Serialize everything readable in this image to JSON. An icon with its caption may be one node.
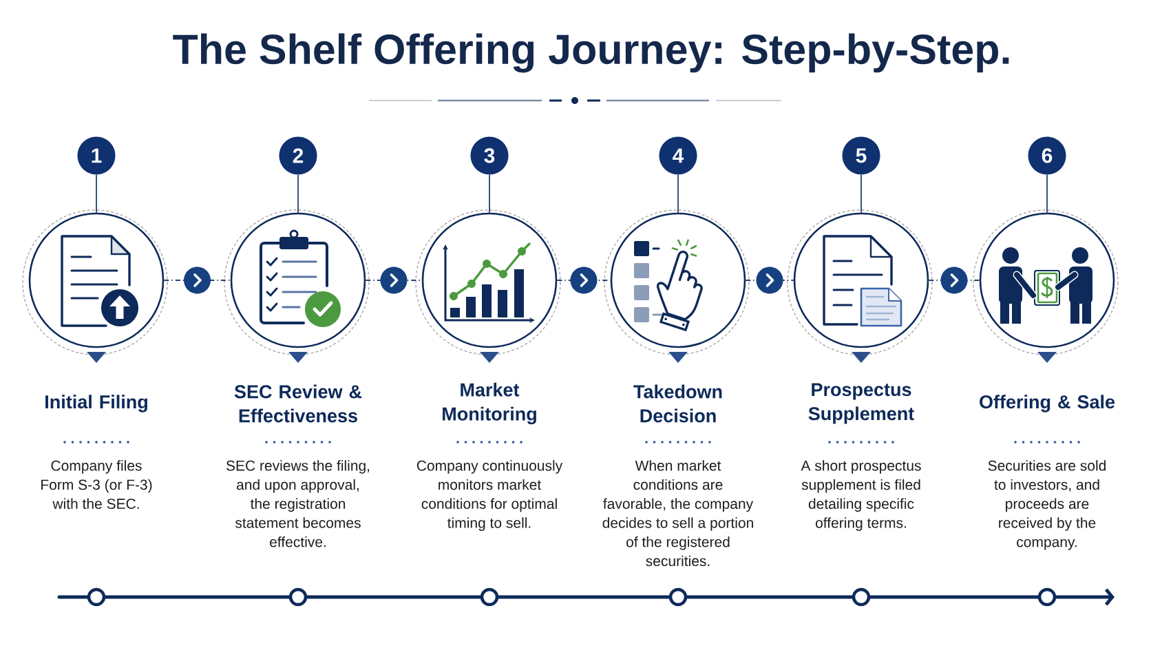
{
  "diagram": {
    "title": "The Shelf Offering Journey: Step-by-Step.",
    "nodes": [
      {
        "text": [
          "1"
        ]
      },
      {
        "text": [],
        "shape": "circle",
        "beside": [
          "Initial Filing",
          "Company files Form S-3 (or F-3) with the SEC."
        ]
      },
      {
        "text": [
          "2"
        ]
      },
      {
        "text": [],
        "shape": "circle",
        "beside": [
          "SEC Review & Effectiveness",
          "SEC reviews the filing, and upon approval, the registration statement becomes effective."
        ]
      },
      {
        "text": [
          "3"
        ]
      },
      {
        "text": [],
        "shape": "circle",
        "beside": [
          "Market Monitoring",
          "Company continuously monitors market conditions for optimal timing to sell."
        ]
      },
      {
        "text": [
          "4"
        ]
      },
      {
        "text": [],
        "shape": "circle",
        "beside": [
          "Takedown Decision",
          "When market conditions are favorable, the company decides to sell a portion of the registered securities."
        ]
      },
      {
        "text": [
          "5"
        ]
      },
      {
        "text": [],
        "shape": "circle",
        "beside": [
          "Prospectus Supplement",
          "A short prospectus supplement is filed detailing specific offering terms."
        ]
      },
      {
        "text": [
          "6"
        ]
      },
      {
        "text": [],
        "shape": "circle",
        "beside": [
          "Offering & Sale",
          "Securities are sold to investors, and proceeds are received by the company."
        ]
      }
    ],
    "edges": [
      {
        "from": 0,
        "to": 1,
        "arrow": "none"
      },
      {
        "from": 2,
        "to": 3,
        "arrow": "none"
      },
      {
        "from": 4,
        "to": 5,
        "arrow": "none"
      },
      {
        "from": 6,
        "to": 7,
        "arrow": "none"
      },
      {
        "from": 8,
        "to": 9,
        "arrow": "none"
      },
      {
        "from": 10,
        "to": 11,
        "arrow": "none"
      },
      {
        "from": 1,
        "to": 3,
        "arrow": "to",
        "style": "dashed"
      },
      {
        "from": 3,
        "to": 5,
        "arrow": "to",
        "style": "dashed"
      },
      {
        "from": 5,
        "to": 7,
        "arrow": "to",
        "style": "dashed"
      },
      {
        "from": 7,
        "to": 9,
        "arrow": "to",
        "style": "dashed"
      },
      {
        "from": 9,
        "to": 11,
        "arrow": "to",
        "style": "dashed"
      }
    ]
  }
}
